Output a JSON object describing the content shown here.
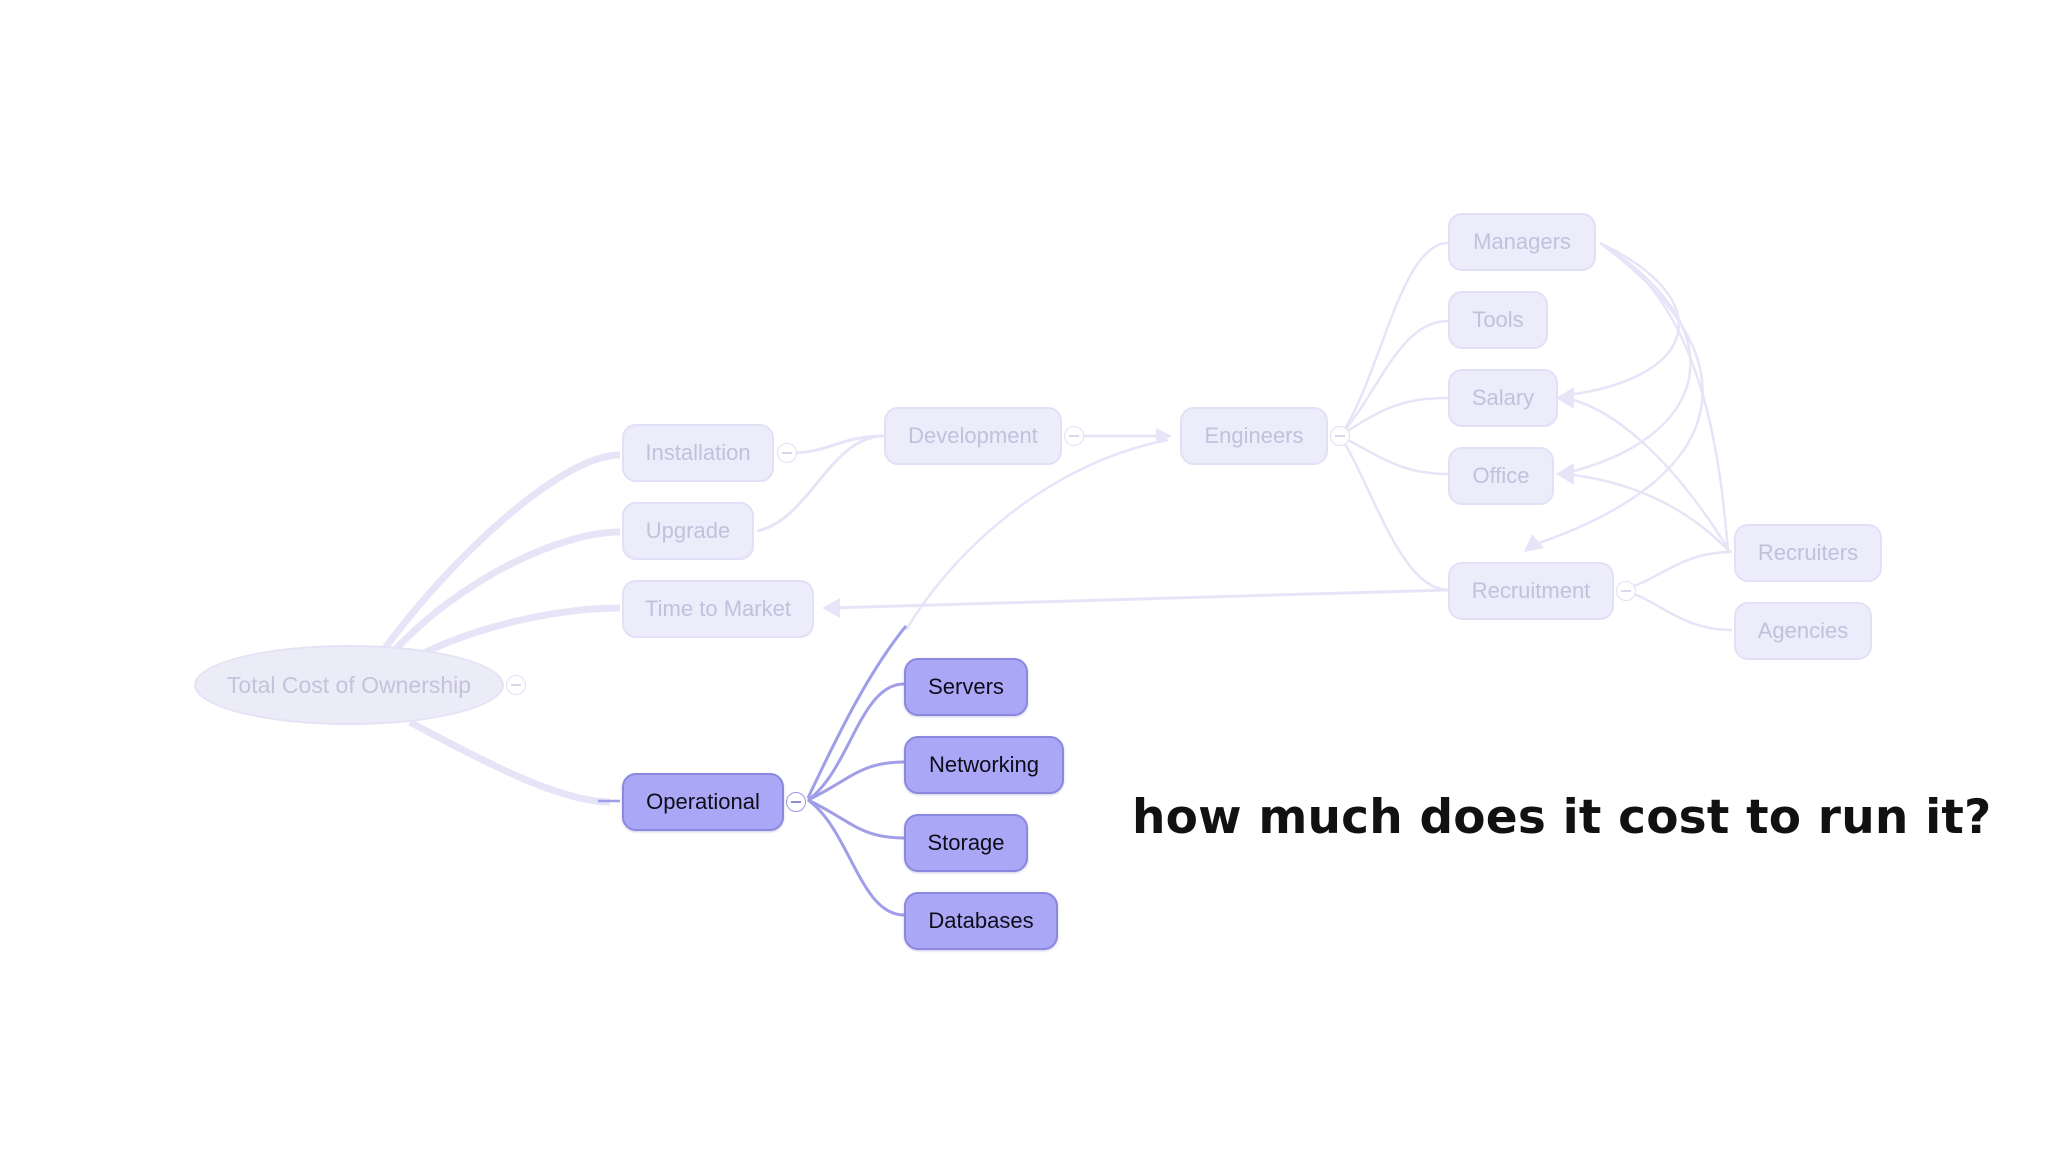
{
  "colors": {
    "faded_fill": "#edecfb",
    "faded_text": "#c2c1dc",
    "active_fill": "#a9a7f6",
    "active_border": "#8b88e0",
    "active_link": "#a09ee8",
    "faded_link": "#e6e5f8"
  },
  "mindmap": {
    "root": "Total Cost of Ownership",
    "installation": "Installation",
    "upgrade": "Upgrade",
    "time_to_market": "Time to Market",
    "operational": "Operational",
    "development": "Development",
    "engineers": "Engineers",
    "managers": "Managers",
    "tools": "Tools",
    "salary": "Salary",
    "office": "Office",
    "recruitment": "Recruitment",
    "recruiters": "Recruiters",
    "agencies": "Agencies",
    "servers": "Servers",
    "networking": "Networking",
    "storage": "Storage",
    "databases": "Databases"
  },
  "caption": "how much does it cost to run it?"
}
